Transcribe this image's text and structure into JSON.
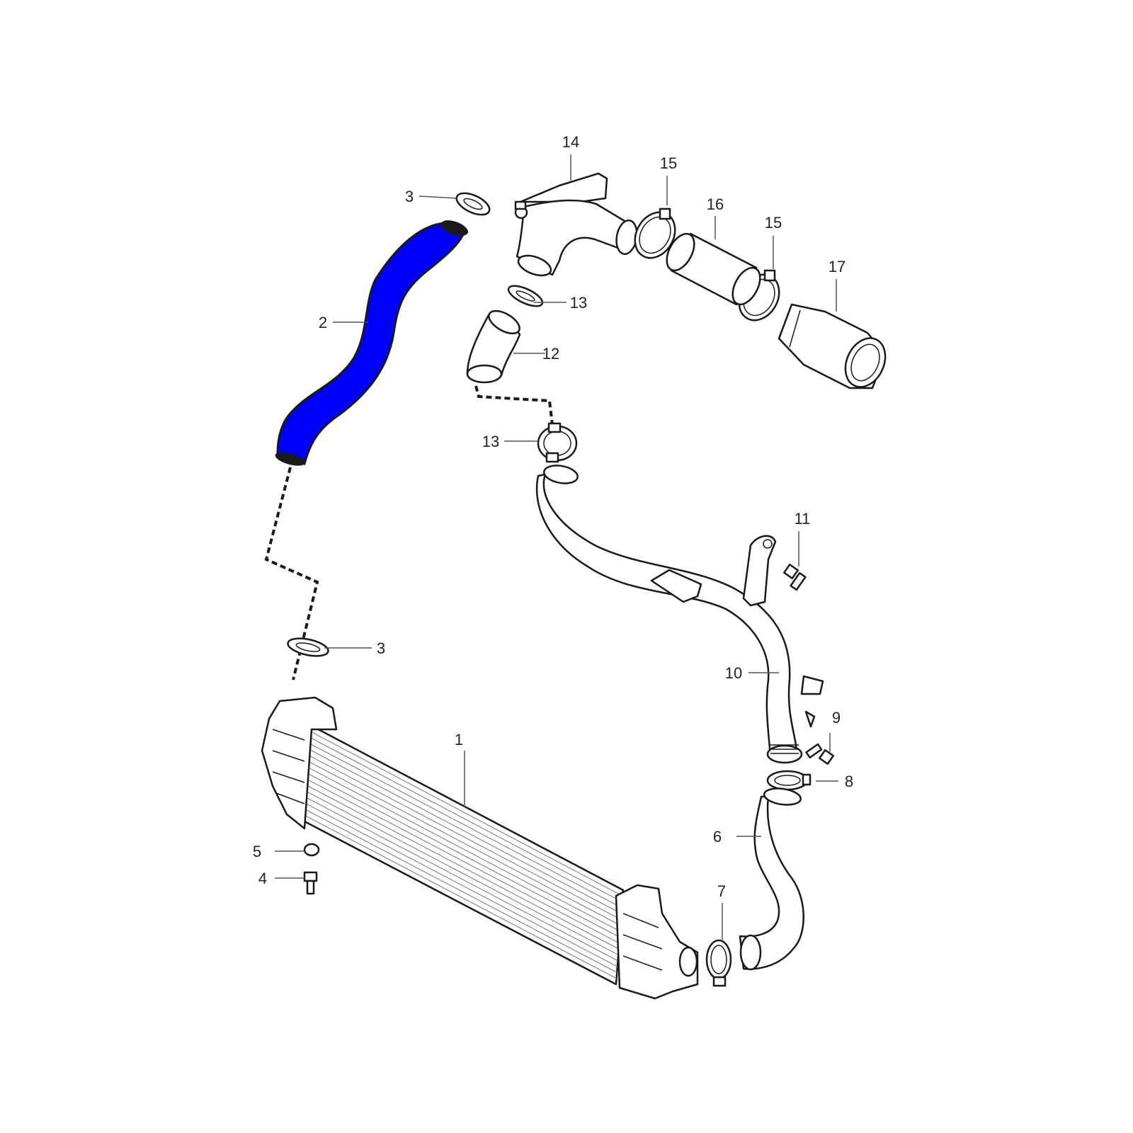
{
  "diagram": {
    "highlight_color": "#0000ff",
    "outline_color": "#1a1a1a",
    "callouts": [
      {
        "id": "c1",
        "text": "1"
      },
      {
        "id": "c2",
        "text": "2"
      },
      {
        "id": "c3a",
        "text": "3"
      },
      {
        "id": "c3b",
        "text": "3"
      },
      {
        "id": "c4",
        "text": "4"
      },
      {
        "id": "c5",
        "text": "5"
      },
      {
        "id": "c6",
        "text": "6"
      },
      {
        "id": "c7",
        "text": "7"
      },
      {
        "id": "c8",
        "text": "8"
      },
      {
        "id": "c9",
        "text": "9"
      },
      {
        "id": "c10",
        "text": "10"
      },
      {
        "id": "c11",
        "text": "11"
      },
      {
        "id": "c12",
        "text": "12"
      },
      {
        "id": "c13a",
        "text": "13"
      },
      {
        "id": "c13b",
        "text": "13"
      },
      {
        "id": "c14",
        "text": "14"
      },
      {
        "id": "c15a",
        "text": "15"
      },
      {
        "id": "c15b",
        "text": "15"
      },
      {
        "id": "c16",
        "text": "16"
      },
      {
        "id": "c17",
        "text": "17"
      }
    ]
  }
}
